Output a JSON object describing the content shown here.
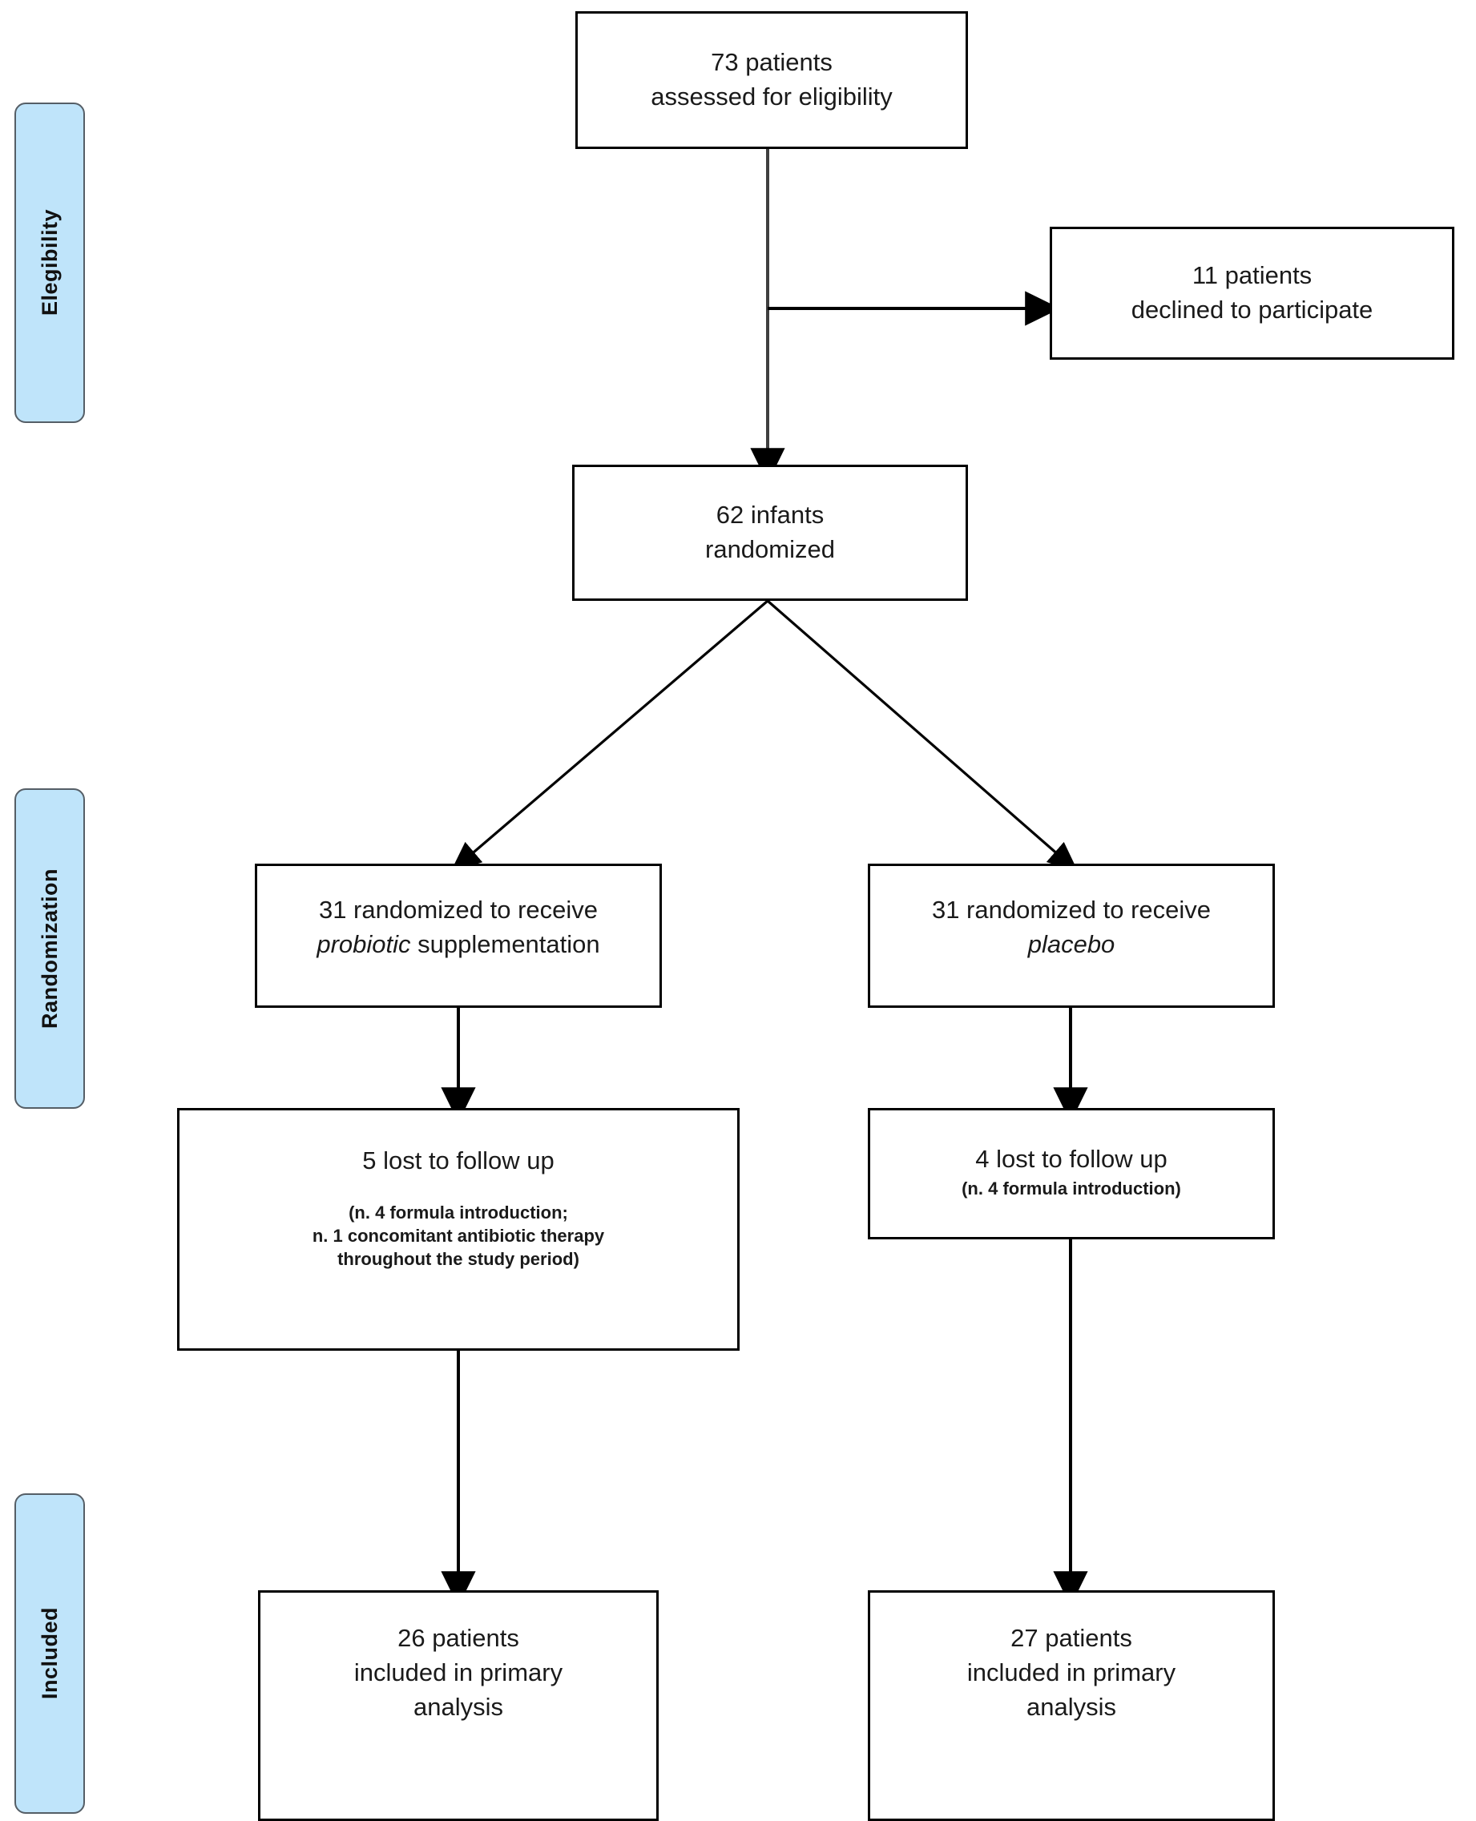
{
  "diagram": {
    "title": "CONSORT participant flow diagram",
    "accent_color": "#bfe4fa",
    "stroke_color": "#000000"
  },
  "stages": [
    {
      "id": "eligibility",
      "label": "Elegibility"
    },
    {
      "id": "randomization",
      "label": "Randomization"
    },
    {
      "id": "included",
      "label": "Included"
    }
  ],
  "nodes": {
    "assessed": {
      "line1": "73 patients",
      "line2": "assessed for eligibility"
    },
    "declined": {
      "line1": "11 patients",
      "line2": "declined to participate"
    },
    "randomized": {
      "line1": "62 infants",
      "line2": "randomized"
    },
    "arm_probiotic": {
      "line1": "31 randomized to receive",
      "line2_italic": "probiotic",
      "line2_rest": " supplementation"
    },
    "arm_placebo": {
      "line1": "31 randomized to receive",
      "line2_italic": "placebo"
    },
    "lost_probiotic": {
      "line1": "5 lost to follow up",
      "detail1": "(n. 4 formula introduction;",
      "detail2": "n. 1 concomitant antibiotic therapy",
      "detail3": "throughout the study period)"
    },
    "lost_placebo": {
      "line1": "4 lost to follow up",
      "detail1": "(n. 4 formula introduction)"
    },
    "analysed_probiotic": {
      "line1": "26  patients",
      "line2": "included in primary",
      "line3": "analysis"
    },
    "analysed_placebo": {
      "line1": "27 patients",
      "line2": "included in primary",
      "line3": "analysis"
    }
  }
}
